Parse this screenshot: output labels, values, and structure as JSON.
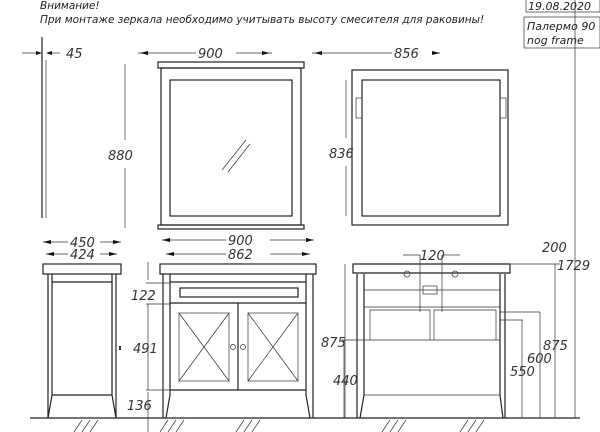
{
  "header": {
    "warning_title": "Внимание!",
    "warning_text": "При монтаже зеркала необходимо учитывать высоту смесителя для раковины!",
    "date": "19.08.2020",
    "model_line1": "Палермо 90",
    "model_line2": "nog frame"
  },
  "dimensions": {
    "mirror_depth": "45",
    "mirror_width": "900",
    "mirror_height": "880",
    "mirror_back_width": "856",
    "mirror_back_height": "836",
    "cabinet_depth": "450",
    "cabinet_body_depth": "424",
    "cabinet_width": "900",
    "cabinet_body_width": "862",
    "drawer_height": "122",
    "door_height": "491",
    "leg_height": "136",
    "cabinet_height_front": "875",
    "panel_height": "440",
    "tap_spacing": "120",
    "mirror_gap": "200",
    "total_height": "1729",
    "cabinet_height_back": "875",
    "drain_height_1": "600",
    "drain_height_2": "550"
  }
}
